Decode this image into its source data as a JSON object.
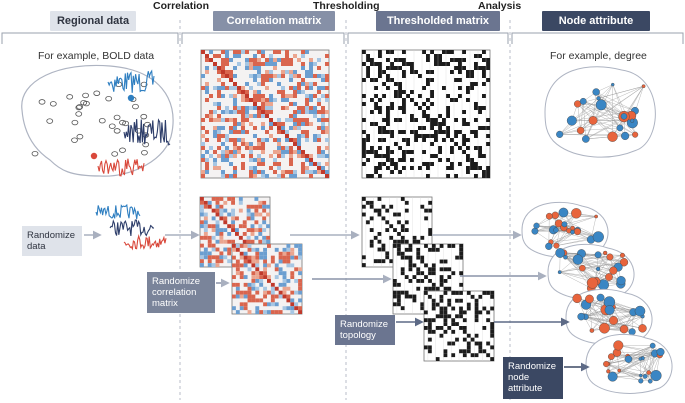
{
  "stages": {
    "correlation": "Correlation",
    "thresholding": "Thresholding",
    "analysis": "Analysis"
  },
  "headers": {
    "regional": "Regional data",
    "correlation_matrix": "Correlation matrix",
    "thresholded_matrix": "Thresholded matrix",
    "node_attribute": "Node attribute"
  },
  "captions": {
    "bold": "For example, BOLD data",
    "degree": "For example, degree"
  },
  "randomize": {
    "data": [
      "Randomize",
      "data"
    ],
    "correlation": [
      "Randomize",
      "correlation",
      "matrix"
    ],
    "topology": [
      "Randomize",
      "topology"
    ],
    "attribute": [
      "Randomize",
      "node",
      "attribute"
    ]
  },
  "colors": {
    "header_light": "#dfe3ea",
    "header_mid": "#8690a7",
    "header_dark": "#6b7590",
    "header_darkest": "#3b4863",
    "signal_blue": "#2f7fc1",
    "signal_navy": "#2e3e6a",
    "signal_red": "#d9483b",
    "node_orange": "#e8643c",
    "node_blue": "#3a86c4"
  }
}
